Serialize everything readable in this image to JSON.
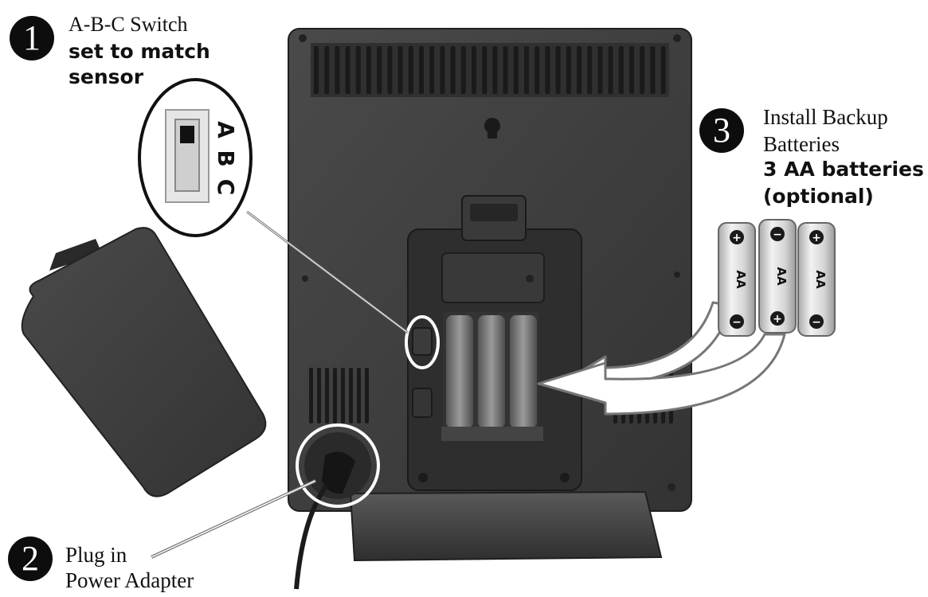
{
  "steps": [
    {
      "number": "1",
      "line1": "A-B-C Switch",
      "line2": "set to match",
      "line3": "sensor"
    },
    {
      "number": "2",
      "line1": "Plug in",
      "line2": "Power Adapter"
    },
    {
      "number": "3",
      "line1": "Install Backup",
      "line2": "Batteries",
      "line3": "3 AA batteries",
      "line4": "(optional)"
    }
  ],
  "switch_labels": [
    "A",
    "B",
    "C"
  ],
  "battery_label": "AA",
  "battery_plus": "+",
  "battery_minus": "−",
  "colors": {
    "badge": "#0d0d0d",
    "device_body": "#3e3e3e",
    "device_dark": "#2c2c2c",
    "battery": "#d9d9d9",
    "arrow": "#ffffff"
  }
}
